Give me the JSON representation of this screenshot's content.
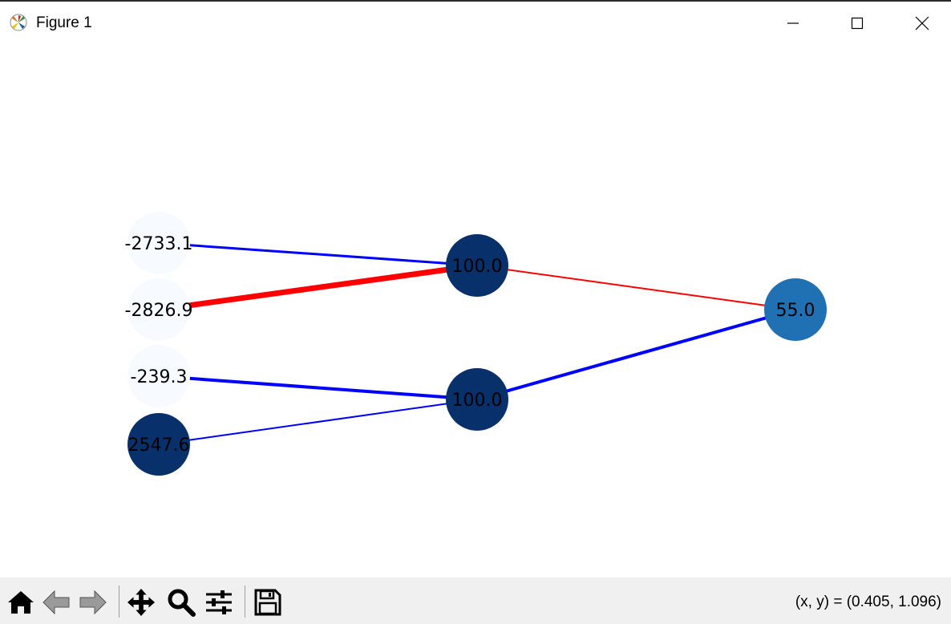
{
  "window": {
    "title": "Figure 1",
    "app_icon": "matplotlib-icon",
    "controls": [
      "minimize-icon",
      "maximize-icon",
      "close-icon"
    ]
  },
  "graph": {
    "nodes": [
      {
        "id": "in1",
        "label": "-2733.1",
        "color": "#f7fbff",
        "layer": "input"
      },
      {
        "id": "in2",
        "label": "-2826.9",
        "color": "#f7fbff",
        "layer": "input"
      },
      {
        "id": "in3",
        "label": "-239.3",
        "color": "#f7fbff",
        "layer": "input"
      },
      {
        "id": "in4",
        "label": "2547.6",
        "color": "#08306b",
        "layer": "input"
      },
      {
        "id": "h1",
        "label": "100.0",
        "color": "#08306b",
        "layer": "hidden"
      },
      {
        "id": "h2",
        "label": "100.0",
        "color": "#08306b",
        "layer": "hidden"
      },
      {
        "id": "out",
        "label": "55.0",
        "color": "#2070b4",
        "layer": "output"
      }
    ],
    "edges": [
      {
        "from": "in1",
        "to": "h1",
        "color": "#0000ff",
        "weight": 3
      },
      {
        "from": "in2",
        "to": "h1",
        "color": "#ff0000",
        "weight": 7
      },
      {
        "from": "in3",
        "to": "h2",
        "color": "#0000ff",
        "weight": 4
      },
      {
        "from": "in4",
        "to": "h2",
        "color": "#0000ff",
        "weight": 2
      },
      {
        "from": "h1",
        "to": "out",
        "color": "#ff0000",
        "weight": 2
      },
      {
        "from": "h2",
        "to": "out",
        "color": "#0000ff",
        "weight": 4
      }
    ]
  },
  "toolbar": {
    "buttons": [
      "home-icon",
      "back-icon",
      "forward-icon",
      "pan-icon",
      "zoom-icon",
      "configure-subplots-icon",
      "save-icon"
    ],
    "coords": "(x, y) = (0.405, 1.096)"
  }
}
